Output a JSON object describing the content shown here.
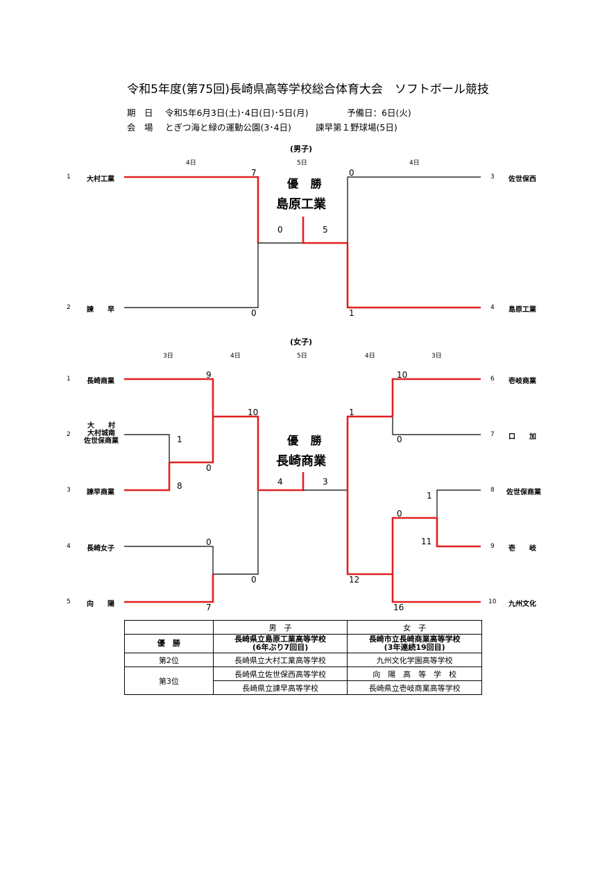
{
  "header": {
    "title": "令和5年度(第75回)長崎県高等学校総合体育大会　ソフトボール競技",
    "dates_label": "期　日",
    "dates_value": "令和5年6月3日(土)･4日(日)･5日(月)",
    "reserve_day": "予備日：6日(火)",
    "venue_label": "会　場",
    "venue_value": "とぎつ海と緑の運動公園(3･4日)",
    "venue_value2": "諫早第１野球場(5日)"
  },
  "boys": {
    "label": "(男子)",
    "days": [
      "4日",
      "5日",
      "4日"
    ],
    "teams": [
      {
        "num": "1",
        "name": "大村工業"
      },
      {
        "num": "2",
        "name": "諫　　早"
      },
      {
        "num": "3",
        "name": "佐世保西"
      },
      {
        "num": "4",
        "name": "島原工業"
      }
    ],
    "scores": {
      "s1": "7",
      "s2": "0",
      "s3": "0",
      "s4": "1",
      "s5": "0",
      "s6": "5"
    },
    "champion_label": "優 勝",
    "champion_name": "島原工業"
  },
  "girls": {
    "label": "(女子)",
    "days": [
      "3日",
      "4日",
      "5日",
      "4日",
      "3日"
    ],
    "teams": [
      {
        "num": "1",
        "name": "長崎商業"
      },
      {
        "num": "2",
        "name_lines": [
          "大　　村",
          "大村城南",
          "佐世保商業"
        ]
      },
      {
        "num": "3",
        "name": "諫早商業"
      },
      {
        "num": "4",
        "name": "長崎女子"
      },
      {
        "num": "5",
        "name": "向　　陽"
      },
      {
        "num": "6",
        "name": "壱岐商業"
      },
      {
        "num": "7",
        "name": "口　　加"
      },
      {
        "num": "8",
        "name": "佐世保商業"
      },
      {
        "num": "9",
        "name": "壱　　岐"
      },
      {
        "num": "10",
        "name": "九州文化"
      }
    ],
    "scores": {
      "l1": "9",
      "l2": "1",
      "l3": "0",
      "l4": "8",
      "l5": "10",
      "l6": "0",
      "l7": "0",
      "l8": "7",
      "l9": "4",
      "r9": "3",
      "r1": "10",
      "r2": "0",
      "r3": "1",
      "r4": "1",
      "r5": "0",
      "r6": "11",
      "r7": "12",
      "r8": "16"
    },
    "champion_label": "優 勝",
    "champion_name": "長崎商業"
  },
  "results": {
    "col_boys": "男　子",
    "col_girls": "女　子",
    "rows": {
      "first_label": "優　勝",
      "first_boys": [
        "長崎県立島原工業高等学校",
        "(6年ぶり7回目)"
      ],
      "first_girls": [
        "長崎市立長崎商業高等学校",
        "(3年連続19回目)"
      ],
      "second_label": "第2位",
      "second_boys": "長崎県立大村工業高等学校",
      "second_girls": "九州文化学園高等学校",
      "third_label": "第3位",
      "third_boys_a": "長崎県立佐世保西高等学校",
      "third_girls_a": "向　陽　高　等　学　校",
      "third_boys_b": "長崎県立諫早高等学校",
      "third_girls_b": "長崎県立壱岐商業高等学校"
    }
  },
  "colors": {
    "winner_line": "#e02020",
    "line": "#000000"
  }
}
